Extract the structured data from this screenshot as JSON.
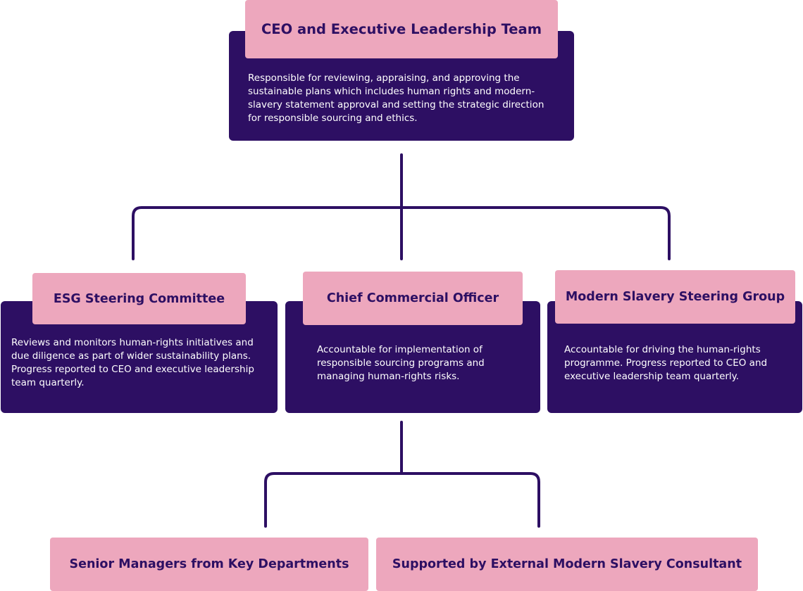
{
  "colors": {
    "header_fill": "#eda7bd",
    "header_text": "#2d0f63",
    "box_fill": "#2d0f63",
    "box_text": "#ffffff",
    "connector": "#2d0f63"
  },
  "ceo": {
    "title": "CEO and Executive Leadership Team",
    "description": "Responsible for reviewing, appraising, and approving the sustainable plans which includes human rights and modern-slavery statement approval and setting the strategic direction for responsible sourcing and ethics."
  },
  "esg": {
    "title": "ESG Steering Committee",
    "description": "Reviews and monitors human-rights initiatives and due diligence as part of wider sustainability plans. Progress reported to CEO and executive leadership team quarterly."
  },
  "cco": {
    "title": "Chief Commercial Officer",
    "description": "Accountable for implementation of responsible sourcing programs and managing human-rights risks."
  },
  "msg": {
    "title": "Modern Slavery Steering Group",
    "description": "Accountable for driving the human-rights programme. Progress reported to CEO and executive leadership team quarterly."
  },
  "senior_managers": {
    "title": "Senior Managers from Key Departments"
  },
  "consultant": {
    "title": "Supported by External Modern Slavery Consultant"
  }
}
